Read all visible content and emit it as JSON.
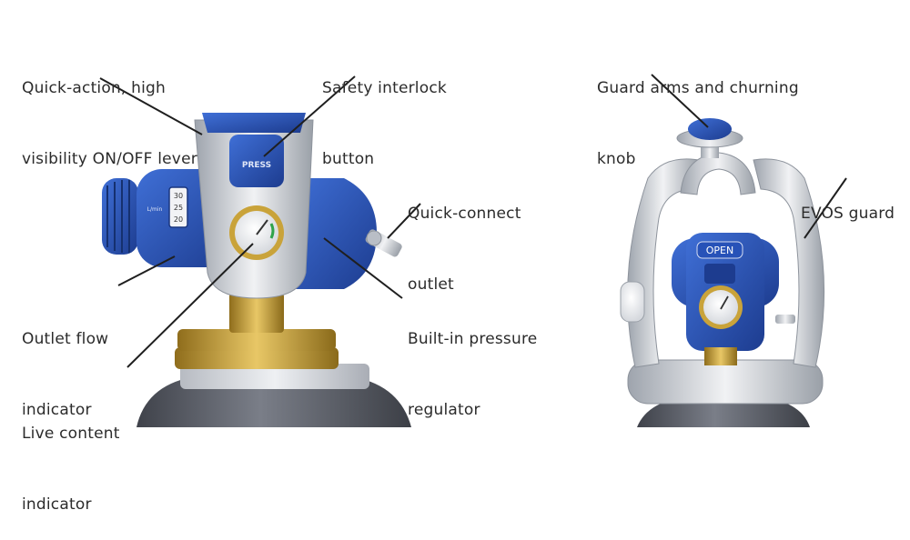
{
  "labels": {
    "lever": [
      "Quick-action, high",
      "visibility ON/OFF lever"
    ],
    "interlock": [
      "Safety interlock",
      "button"
    ],
    "outlet": [
      "Quick-connect",
      "outlet"
    ],
    "flow": [
      "Outlet flow",
      "indicator"
    ],
    "regulator": [
      "Built-in pressure",
      "regulator"
    ],
    "content": [
      "Live content",
      "indicator"
    ],
    "guard_arms": [
      "Guard arms and churning",
      "knob"
    ],
    "evos": [
      "EVOS guard"
    ]
  },
  "device_text": {
    "press": "PRESS",
    "open": "OPEN",
    "flow_unit": "L/min",
    "flow_ticks": [
      "30",
      "25",
      "20"
    ]
  },
  "colors": {
    "blue": "#2e56b8",
    "blue_dark": "#1d3c8f",
    "silver": "#c9cdd3",
    "silver_dark": "#9aa0a8",
    "brass": "#c9a33a",
    "cylinder": "#5d6069",
    "text": "#2b2b2b"
  }
}
